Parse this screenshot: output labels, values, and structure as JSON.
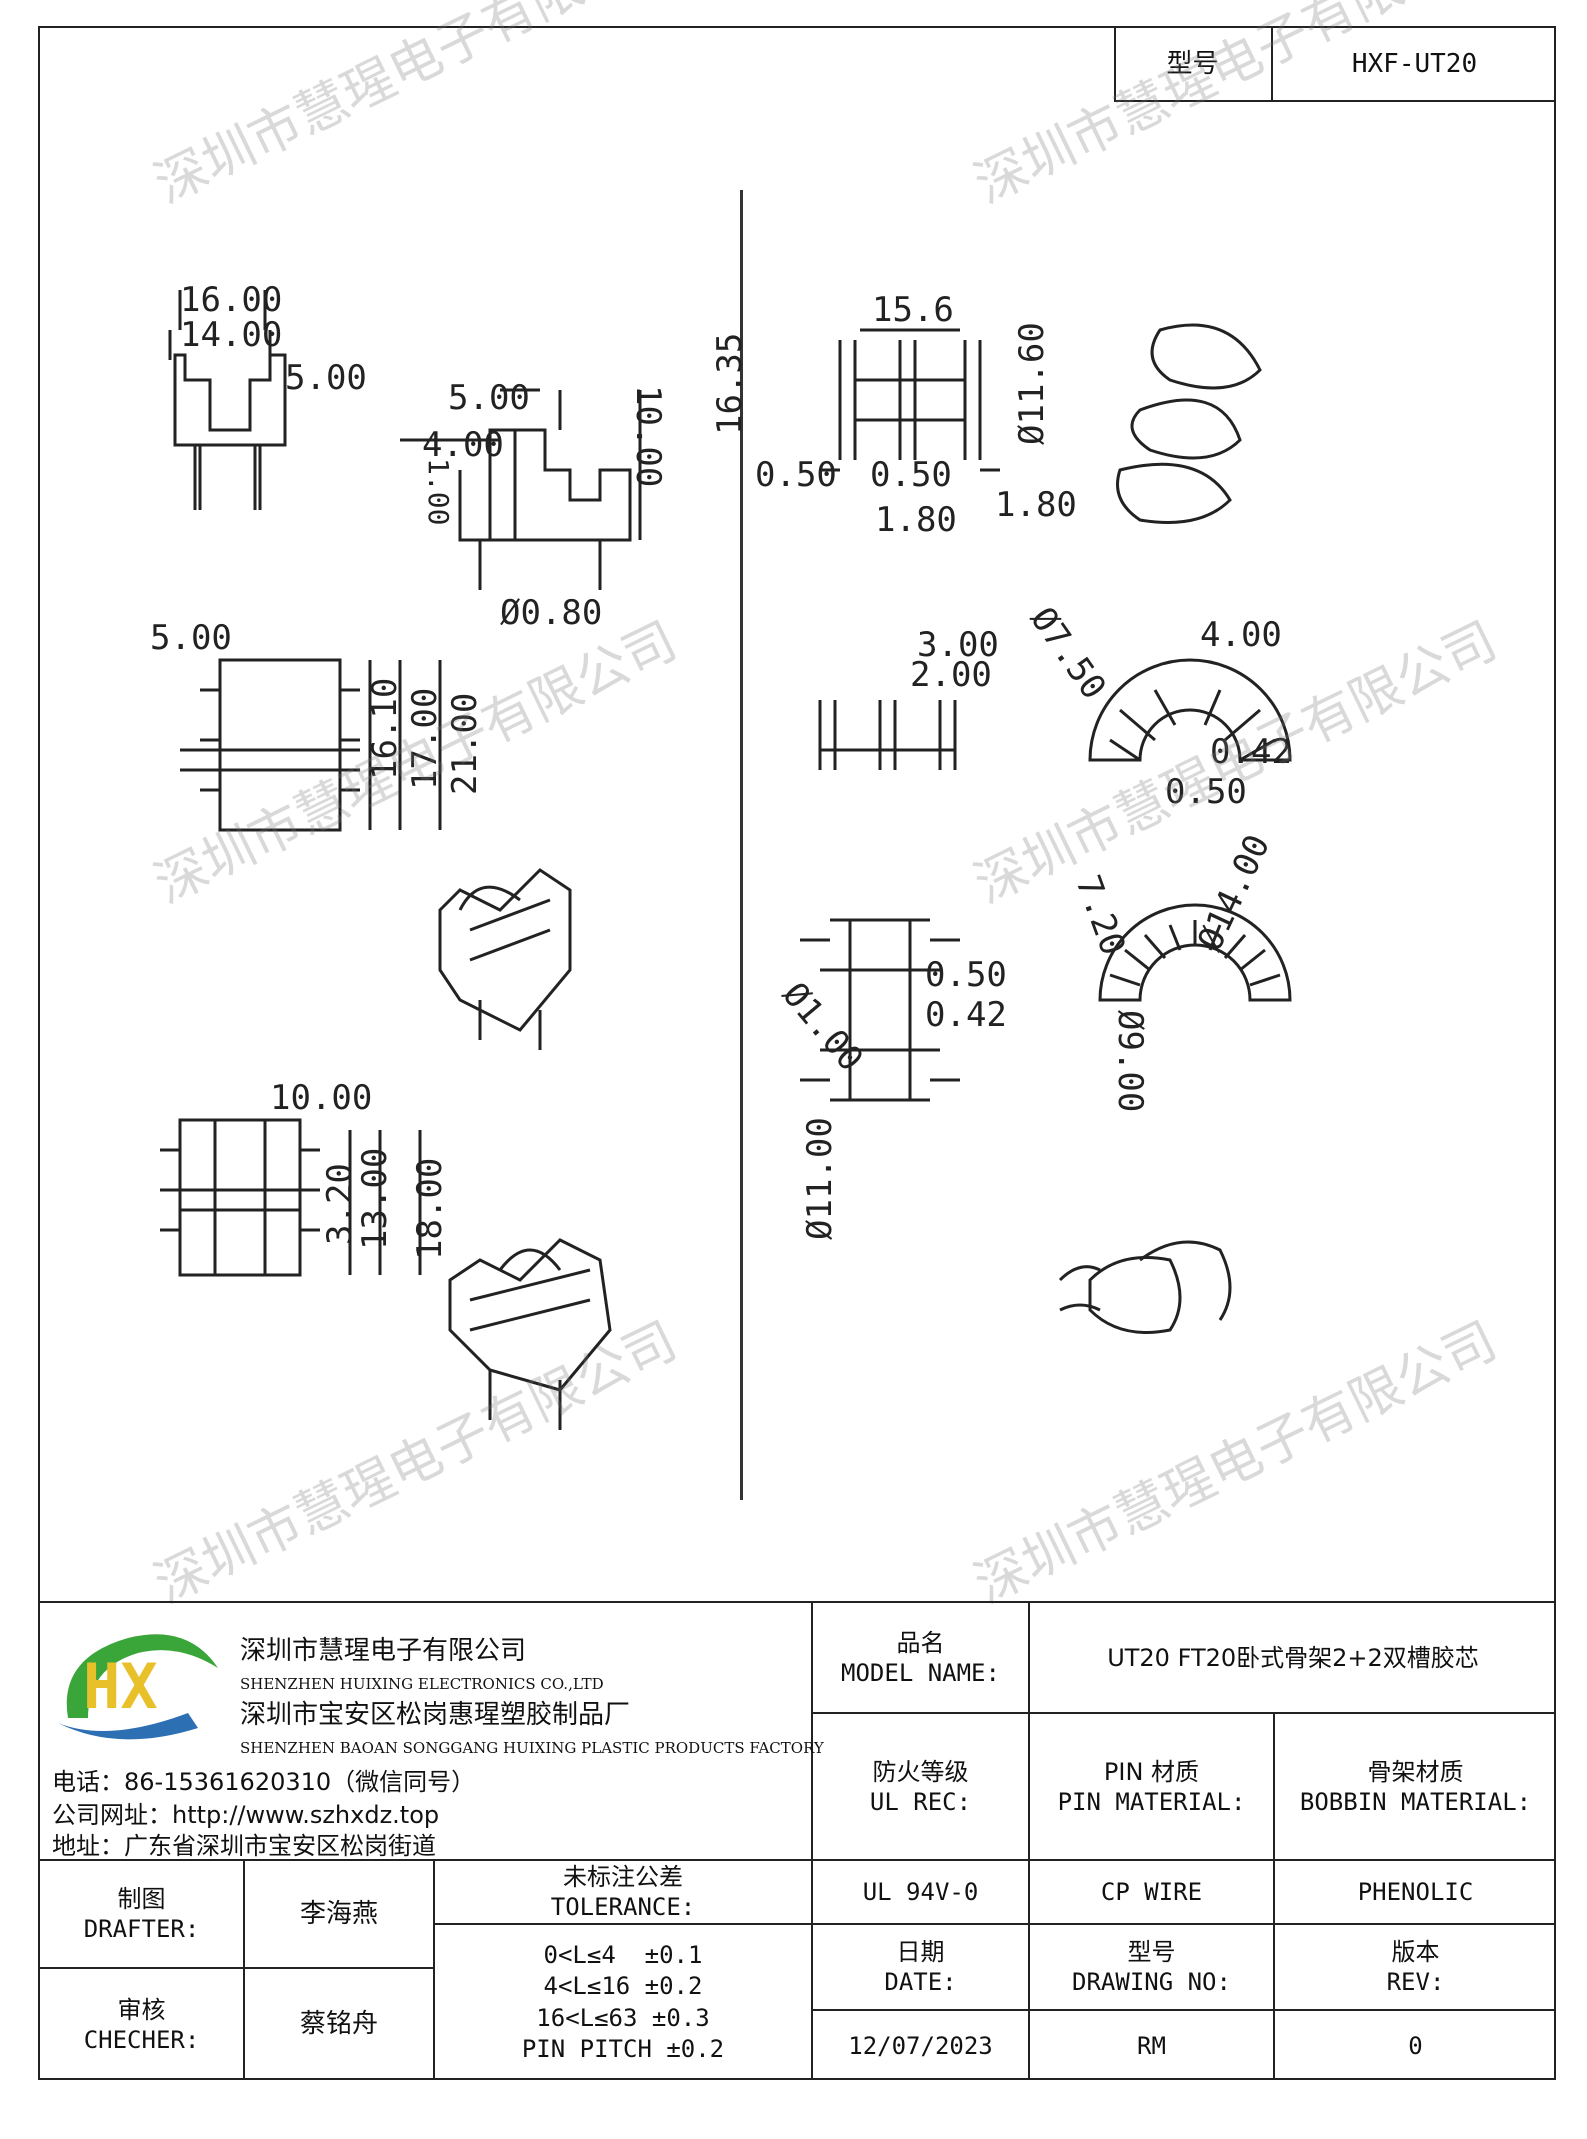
{
  "header": {
    "model_label": "型号",
    "model_value": "HXF-UT20"
  },
  "company": {
    "name_cn": "深圳市慧瑆电子有限公司",
    "name_en": "SHENZHEN HUIXING ELECTRONICS CO.,LTD",
    "factory_cn": "深圳市宝安区松岗惠瑆塑胶制品厂",
    "factory_en": "SHENZHEN BAOAN SONGGANG HUIXING PLASTIC PRODUCTS FACTORY",
    "phone": "电话：86-15361620310（微信同号）",
    "website": "公司网址：http://www.szhxdz.top",
    "address": "地址：广东省深圳市宝安区松岗街道",
    "logo_text": "HX",
    "logo_colors": {
      "green": "#3aa63a",
      "yellow": "#e8c12a",
      "blue": "#2c6fb3"
    }
  },
  "table": {
    "model_name_label_cn": "品名",
    "model_name_label_en": "MODEL NAME:",
    "model_name_value": "UT20 FT20卧式骨架2+2双槽胶芯",
    "fire_label_cn": "防火等级",
    "fire_label_en": "UL REC:",
    "pin_label_cn": "PIN 材质",
    "pin_label_en": "PIN MATERIAL:",
    "bobbin_label_cn": "骨架材质",
    "bobbin_label_en": "BOBBIN MATERIAL:",
    "fire_value": "UL 94V-0",
    "pin_value": "CP WIRE",
    "bobbin_value": "PHENOLIC",
    "drafter_label_cn": "制图",
    "drafter_label_en": "DRAFTER:",
    "drafter_name": "李海燕",
    "checker_label_cn": "审核",
    "checker_label_en": "CHECHER:",
    "checker_name": "蔡铭舟",
    "tolerance_label_cn": "未标注公差",
    "tolerance_label_en": "TOLERANCE:",
    "tolerance_lines": [
      "0<L≤4  ±0.1",
      "4<L≤16 ±0.2",
      "16<L≤63 ±0.3",
      "PIN PITCH ±0.2"
    ],
    "date_label_cn": "日期",
    "date_label_en": "DATE:",
    "date_value": "12/07/2023",
    "drawing_label_cn": "型号",
    "drawing_label_en": "DRAWING NO:",
    "drawing_value": "RM",
    "rev_label_cn": "版本",
    "rev_label_en": "REV:",
    "rev_value": "0"
  },
  "watermark": "深圳市慧瑆电子有限公司",
  "dimensions": {
    "d1": "16.00",
    "d2": "14.00",
    "d3": "5.00",
    "d4": "5.00",
    "d5": "4.00",
    "d6": "10.00",
    "d7": "16.35",
    "d8": "1.00",
    "d9": "Ø0.80",
    "d10": "5.00",
    "d11": "16.10",
    "d12": "17.00",
    "d13": "21.00",
    "d14": "10.00",
    "d15": "13.00",
    "d16": "18.00",
    "d17": "3.20",
    "d18": "15.6",
    "d19": "Ø11.60",
    "d20": "0.50",
    "d21": "0.50",
    "d22": "1.80",
    "d23": "1.80",
    "d24": "3.00",
    "d25": "2.00",
    "d26": "Ø7.50",
    "d27": "4.00",
    "d28": "0.42",
    "d29": "0.50",
    "d30": "7.20",
    "d31": "Ø14.00",
    "d32": "Ø9.00",
    "d33": "Ø1.00",
    "d34": "0.50",
    "d35": "0.42",
    "d36": "Ø11.00"
  }
}
